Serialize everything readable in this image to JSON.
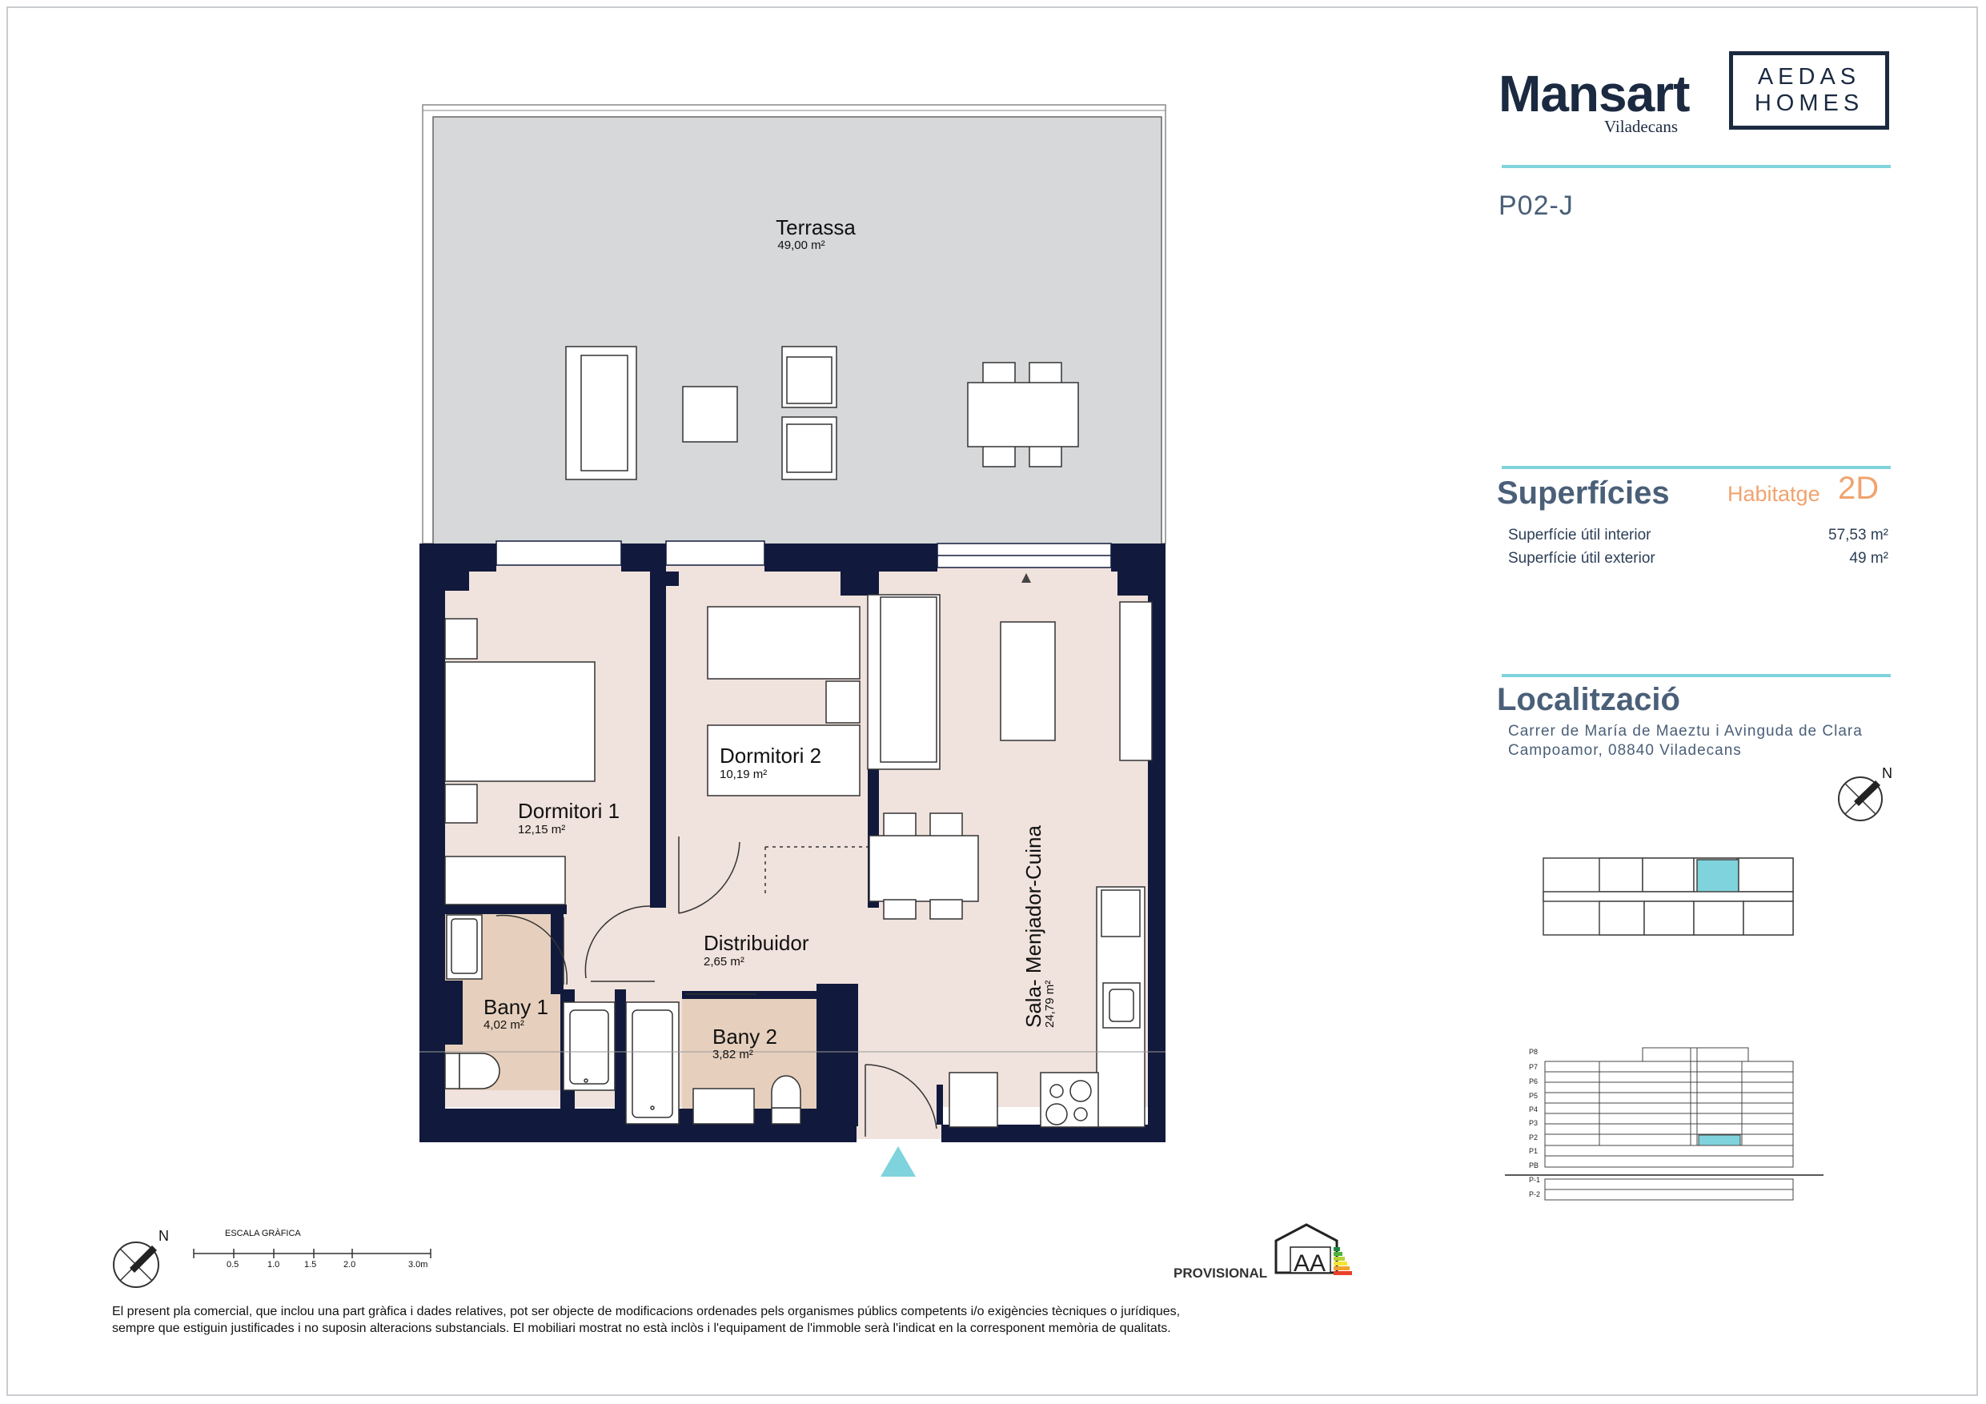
{
  "brand": {
    "name": "Mansart",
    "city": "Viladecans",
    "partner_line1": "AEDAS",
    "partner_line2": "HOMES"
  },
  "unit": {
    "code": "P02-J"
  },
  "surfaces": {
    "title": "Superfícies",
    "type_label": "Habitatge",
    "type_value": "2D",
    "rows": [
      {
        "label": "Superfície útil interior",
        "value": "57,53 m²"
      },
      {
        "label": "Superfície útil exterior",
        "value": "49 m²"
      }
    ]
  },
  "location": {
    "title": "Localització",
    "address_line1": "Carrer de María de Maeztu i Avinguda de Clara",
    "address_line2": "Campoamor, 08840 Viladecans"
  },
  "rooms": {
    "terrassa": {
      "name": "Terrassa",
      "area": "49,00 m²"
    },
    "dormitori1": {
      "name": "Dormitori 1",
      "area": "12,15 m²"
    },
    "dormitori2": {
      "name": "Dormitori 2",
      "area": "10,19 m²"
    },
    "distribuidor": {
      "name": "Distribuidor",
      "area": "2,65 m²"
    },
    "bany1": {
      "name": "Bany 1",
      "area": "4,02 m²"
    },
    "bany2": {
      "name": "Bany 2",
      "area": "3,82 m²"
    },
    "sala": {
      "name": "Sala- Menjador-Cuina",
      "area": "24,79 m²"
    }
  },
  "scale": {
    "title": "ESCALA GRÀFICA",
    "ticks": [
      "0.5",
      "1.0",
      "1.5",
      "2.0",
      "3.0m"
    ]
  },
  "floors": [
    "P8",
    "P7",
    "P6",
    "P5",
    "P4",
    "P3",
    "P2",
    "P1",
    "PB",
    "P-1",
    "P-2"
  ],
  "energy": {
    "status": "PROVISIONAL",
    "rating1": "A",
    "rating2": "A"
  },
  "legal": {
    "line1": "El present pla comercial, que inclou una part gràfica i dades relatives, pot ser objecte de modificacions ordenades pels organismes públics competents i/o exigències tècniques o jurídiques,",
    "line2": "sempre que estiguin justificades i no suposin alteracions substancials. El mobiliari mostrat no està inclòs i l'equipament de l'immoble serà l'indicat en la corresponent memòria de qualitats."
  },
  "colors": {
    "wall": "#111a3c",
    "room_fill": "#f0e2dc",
    "bath_fill": "#e6d0bd",
    "terrace_fill": "#d6d8da",
    "accent_cyan": "#7fd3dc",
    "accent_orange": "#f0a36f",
    "brand_navy": "#1b2a41"
  }
}
